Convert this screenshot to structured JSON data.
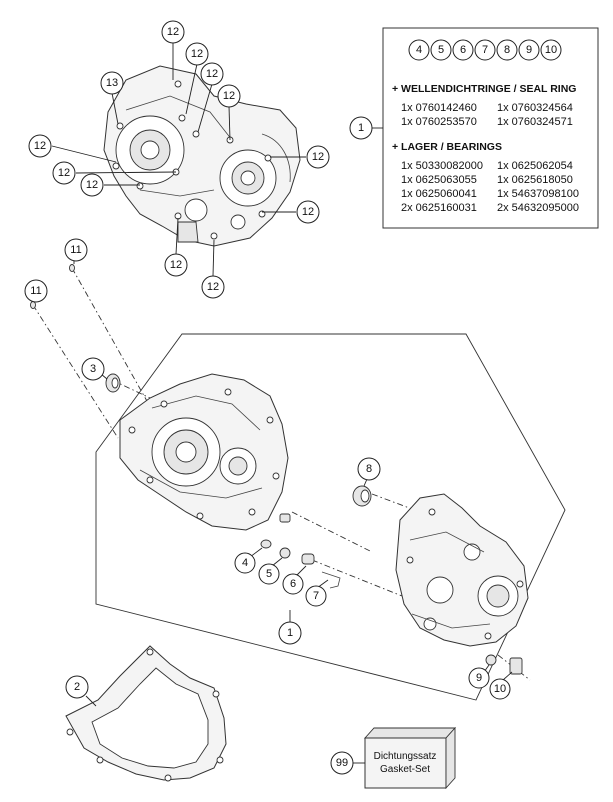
{
  "callouts": {
    "top_12": "12",
    "top_13": "13",
    "c11": "11",
    "c3": "3",
    "c1": "1",
    "c2": "2",
    "c4": "4",
    "c5": "5",
    "c6": "6",
    "c7": "7",
    "c8": "8",
    "c9": "9",
    "c10": "10",
    "c99": "99"
  },
  "parts_box": {
    "callout": "1",
    "row_numbers": [
      "4",
      "5",
      "6",
      "7",
      "8",
      "9",
      "10"
    ],
    "seal_heading": "+ WELLENDICHTRINGE / SEAL RING",
    "seal_lines": [
      [
        "1x 0760142460",
        "1x 0760324564"
      ],
      [
        "1x 0760253570",
        "1x 0760324571"
      ]
    ],
    "bearing_heading": "+ LAGER / BEARINGS",
    "bearing_lines": [
      [
        "1x 50330082000",
        "1x 0625062054"
      ],
      [
        "1x 0625063055",
        "1x 0625618050"
      ],
      [
        "1x 0625060041",
        "1x 54637098100"
      ],
      [
        "2x 0625160031",
        "2x 54632095000"
      ]
    ]
  },
  "gasket_set": {
    "line1": "Dichtungssatz",
    "line2": "Gasket-Set"
  }
}
